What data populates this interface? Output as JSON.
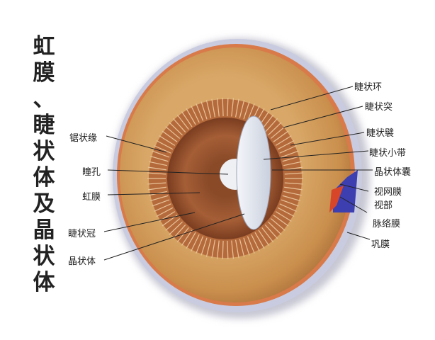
{
  "title_chars": [
    "虹",
    "膜",
    "、",
    "睫",
    "状",
    "体",
    "及",
    "晶",
    "状",
    "体"
  ],
  "labels": {
    "ora_serrata": "锯状缘",
    "pupil": "瞳孔",
    "iris": "虹膜",
    "ciliary_crown": "睫状冠",
    "lens": "晶状体",
    "ciliary_ring": "睫状环",
    "ciliary_process": "睫状突",
    "ciliary_fold": "睫状襞",
    "zonule": "睫状小带",
    "lens_capsule": "晶状体囊",
    "retina": "视网膜",
    "retina_part": "视部",
    "choroid": "脉络膜",
    "sclera": "巩膜"
  }
}
